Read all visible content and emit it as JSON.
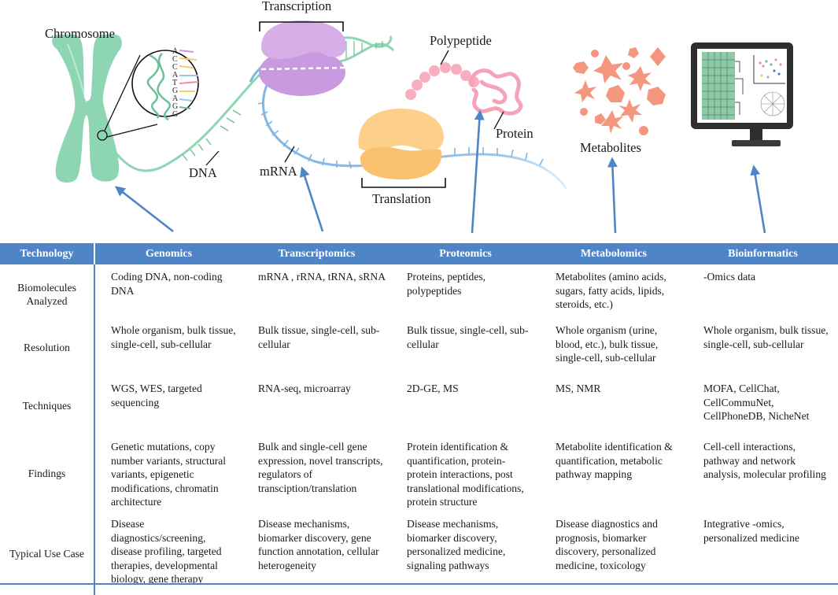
{
  "labels": {
    "chromosome": "Chromosome",
    "dna": "DNA",
    "transcription": "Transcription",
    "mrna": "mRNA",
    "polypeptide": "Polypeptide",
    "protein": "Protein",
    "translation": "Translation",
    "metabolites": "Metabolites"
  },
  "dna_bases": [
    "A",
    "C",
    "C",
    "A",
    "T",
    "G",
    "A",
    "G",
    "G"
  ],
  "colors": {
    "table_header": "#4f85c6",
    "chromosome": "#8ed6b3",
    "ribosome_transcription": "#c99ae0",
    "ribosome_translation": "#fcd08a",
    "protein": "#f7aec0",
    "metabolites": "#f4977e",
    "arrows": "#4f85c6"
  },
  "table": {
    "headers": [
      "Technology",
      "Genomics",
      "Transcriptomics",
      "Proteomics",
      "Metabolomics",
      "Bioinformatics"
    ],
    "rows": [
      {
        "label": "Biomolecules Analyzed",
        "cells": [
          "Coding DNA, non-coding DNA",
          "mRNA , rRNA, tRNA, sRNA",
          "Proteins, peptides, polypeptides",
          "Metabolites (amino acids, sugars, fatty acids, lipids, steroids, etc.)",
          "-Omics data"
        ]
      },
      {
        "label": "Resolution",
        "cells": [
          "Whole organism, bulk tissue, single-cell, sub-cellular",
          "Bulk tissue, single-cell, sub-cellular",
          "Bulk tissue, single-cell, sub-cellular",
          "Whole organism (urine, blood, etc.), bulk tissue, single-cell, sub-cellular",
          "Whole organism, bulk tissue, single-cell, sub-cellular"
        ]
      },
      {
        "label": "Techniques",
        "cells": [
          "WGS, WES, targeted sequencing",
          "RNA-seq, microarray",
          "2D-GE, MS",
          "MS, NMR",
          "MOFA, CellChat, CellCommuNet, CellPhoneDB, NicheNet"
        ]
      },
      {
        "label": "Findings",
        "cells": [
          "Genetic mutations, copy number variants, structural variants, epigenetic modifications, chromatin architecture",
          "Bulk and single-cell gene expression, novel transcripts, regulators of transciption/translation",
          "Protein identification & quantification, protein-protein interactions, post translational modifications, protein structure",
          "Metabolite identification & quantification, metabolic pathway mapping",
          "Cell-cell interactions, pathway and network analysis, molecular profiling"
        ]
      },
      {
        "label": "Typical Use Case",
        "cells": [
          "Disease diagnostics/screening, disease profiling, targeted therapies, developmental biology, gene therapy",
          "Disease mechanisms, biomarker discovery, gene function annotation, cellular heterogeneity",
          "Disease mechanisms, biomarker discovery, personalized medicine, signaling pathways",
          "Disease diagnostics and prognosis, biomarker discovery, personalized medicine, toxicology",
          "Integrative -omics, personalized medicine"
        ]
      }
    ]
  }
}
